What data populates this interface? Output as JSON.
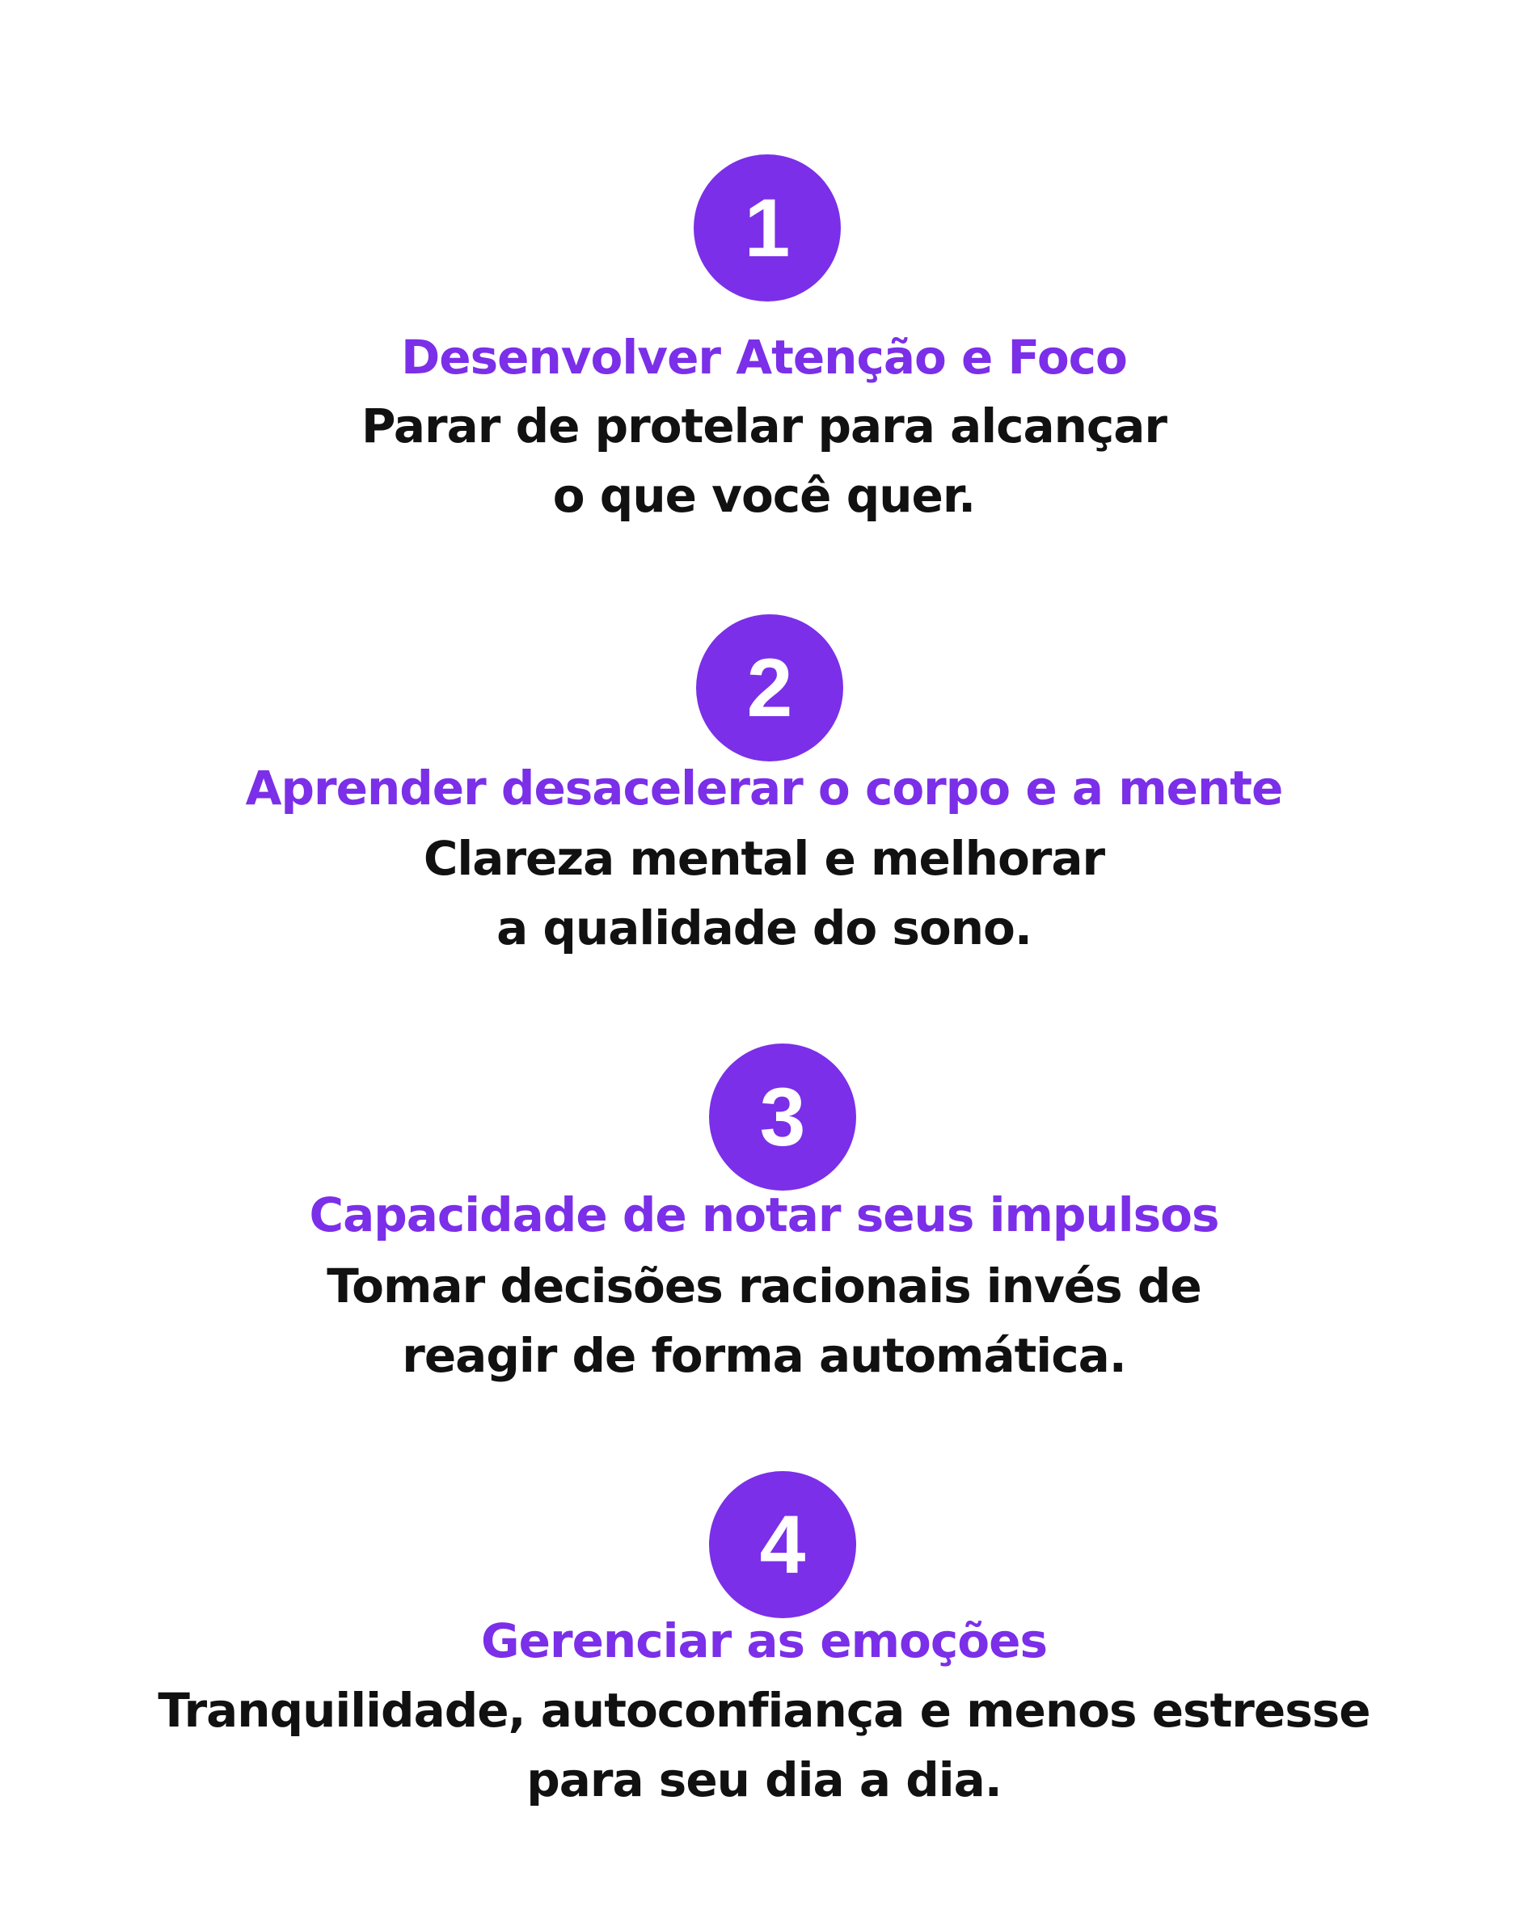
{
  "colors": {
    "accent": "#7b2fe8",
    "text": "#111111",
    "background": "#ffffff"
  },
  "steps": [
    {
      "number": "1",
      "title": "Desenvolver Atenção e Foco",
      "lines": [
        "Parar de protelar para alcançar",
        "o que você quer."
      ]
    },
    {
      "number": "2",
      "title": "Aprender desacelerar o corpo e a mente",
      "lines": [
        "Clareza mental e melhorar",
        "a qualidade do sono."
      ]
    },
    {
      "number": "3",
      "title": "Capacidade de notar seus impulsos",
      "lines": [
        "Tomar decisões racionais invés de",
        "reagir de forma automática."
      ]
    },
    {
      "number": "4",
      "title": "Gerenciar as emoções",
      "lines": [
        "Tranquilidade, autoconfiança e menos estresse",
        "para seu dia a dia."
      ]
    }
  ]
}
